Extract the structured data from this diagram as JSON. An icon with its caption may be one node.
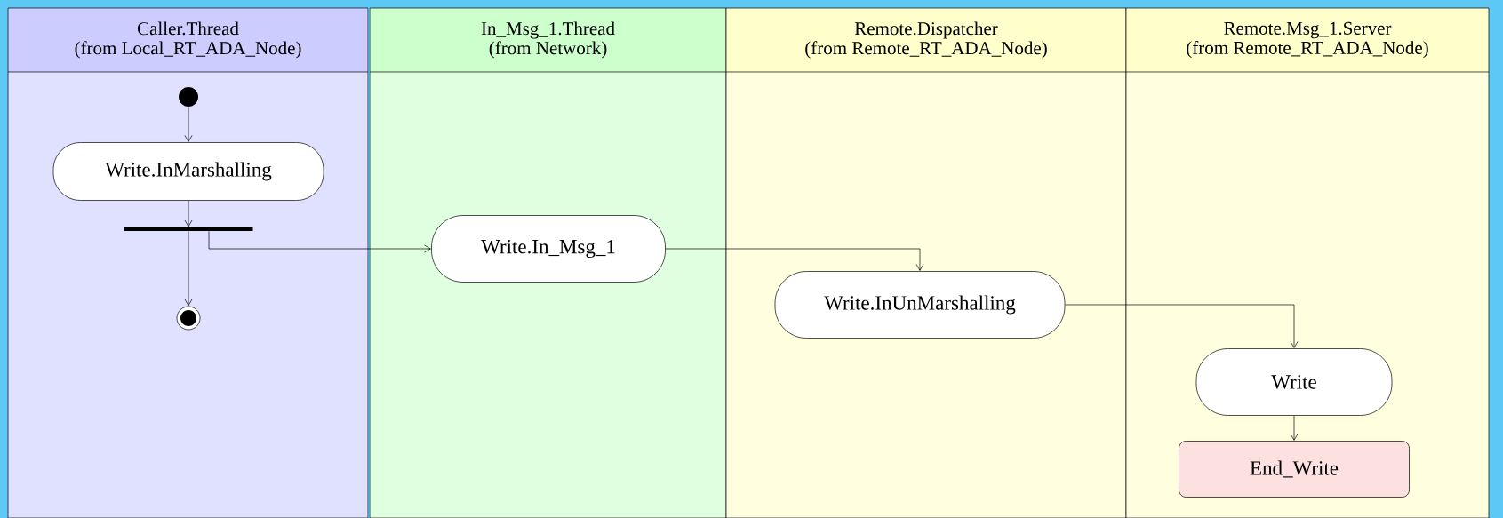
{
  "diagram": {
    "nodes": [
      {
        "text": [
          "Caller.Thread",
          "(from Local_RT_ADA_Node)"
        ]
      },
      {
        "text": [
          "In_Msg_1.Thread",
          "(from Network)"
        ]
      },
      {
        "text": [
          "Remote.Dispatcher",
          "(from Remote_RT_ADA_Node)"
        ]
      },
      {
        "text": [
          "Remote.Msg_1.Server",
          "(from Remote_RT_ADA_Node)"
        ]
      },
      {
        "text": [],
        "shape": "circle",
        "in": 0
      },
      {
        "text": [
          "Write.InMarshalling"
        ],
        "in": 0
      },
      {
        "text": [],
        "shape": "bar",
        "in": 0
      },
      {
        "text": [],
        "shape": "circle",
        "in": 0
      },
      {
        "text": [
          "Write.In_Msg_1"
        ],
        "in": 1
      },
      {
        "text": [
          "Write.InUnMarshalling"
        ],
        "in": 2
      },
      {
        "text": [
          "Write"
        ],
        "in": 3
      },
      {
        "text": [
          "End_Write"
        ],
        "in": 3
      }
    ],
    "edges": [
      {
        "from": 4,
        "to": 5,
        "arrow": "to"
      },
      {
        "from": 5,
        "to": 6,
        "arrow": "to"
      },
      {
        "from": 6,
        "to": 7,
        "arrow": "to"
      },
      {
        "from": 6,
        "to": 8,
        "arrow": "to"
      },
      {
        "from": 8,
        "to": 9,
        "arrow": "to"
      },
      {
        "from": 9,
        "to": 10,
        "arrow": "to"
      },
      {
        "from": 10,
        "to": 11,
        "arrow": "to"
      }
    ]
  }
}
